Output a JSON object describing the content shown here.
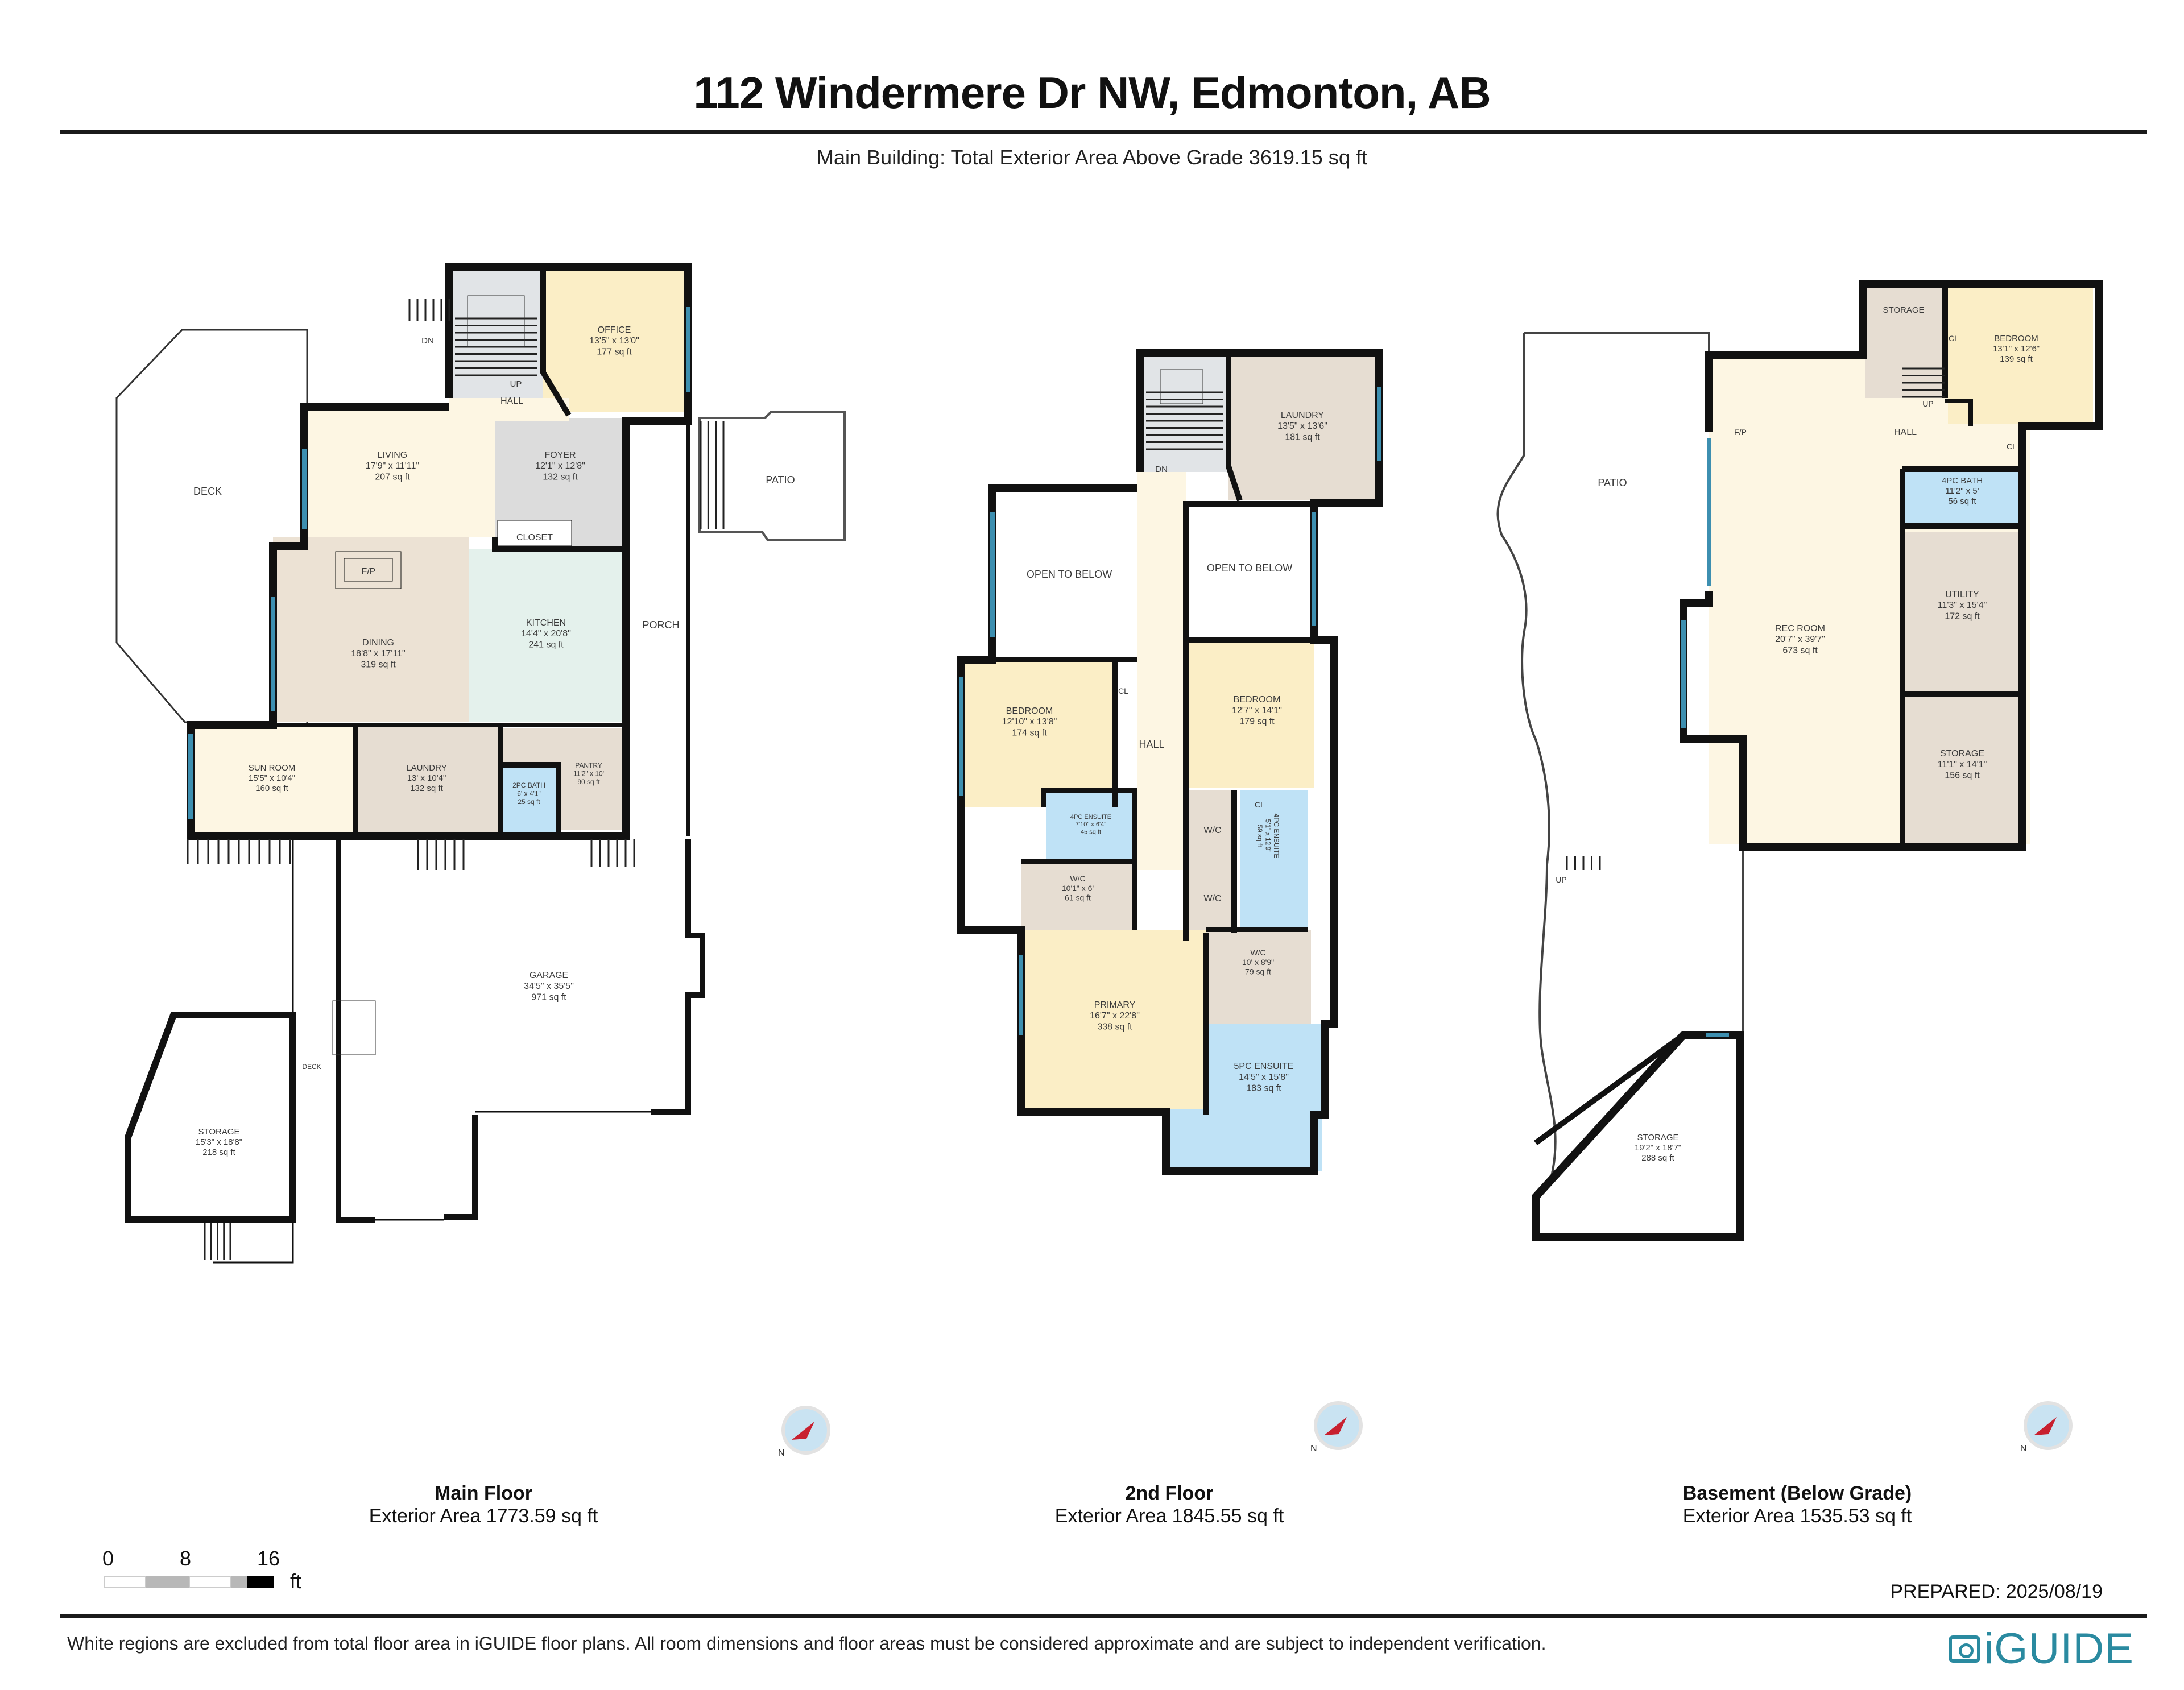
{
  "header": {
    "title": "112 Windermere Dr NW, Edmonton, AB",
    "subtitle": "Main Building: Total Exterior Area Above Grade 3619.15 sq ft"
  },
  "colors": {
    "wall": "#111111",
    "window": "#3d8fb0",
    "living": "#fdf6e3",
    "bedroom": "#fbeec6",
    "dining": "#ece2d4",
    "utility": "#e6ddd2",
    "foyer": "#dcdcdc",
    "kitchen": "#e4f1ec",
    "bath": "#bfe2f6",
    "stairs": "#e1e4e7",
    "compass_ring": "#c9e3f2",
    "compass_needle": "#c8202f",
    "logo": "#2a8aa0"
  },
  "floors": [
    {
      "name": "Main Floor",
      "area": "Exterior Area 1773.59 sq ft",
      "rooms": [
        {
          "name": "OFFICE",
          "dims": "13'5\" x 13'0\"",
          "area": "177 sq ft"
        },
        {
          "name": "LIVING",
          "dims": "17'9\" x 11'11\"",
          "area": "207 sq ft"
        },
        {
          "name": "FOYER",
          "dims": "12'1\" x 12'8\"",
          "area": "132 sq ft"
        },
        {
          "name": "DINING",
          "dims": "18'8\" x 17'11\"",
          "area": "319 sq ft"
        },
        {
          "name": "KITCHEN",
          "dims": "14'4\" x 20'8\"",
          "area": "241 sq ft"
        },
        {
          "name": "SUN ROOM",
          "dims": "15'5\" x 10'4\"",
          "area": "160 sq ft"
        },
        {
          "name": "LAUNDRY",
          "dims": "13' x 10'4\"",
          "area": "132 sq ft"
        },
        {
          "name": "PANTRY",
          "dims": "11'2\" x 10'",
          "area": "90 sq ft"
        },
        {
          "name": "2PC BATH",
          "dims": "6' x 4'1\"",
          "area": "25 sq ft"
        },
        {
          "name": "GARAGE",
          "dims": "34'5\" x 35'5\"",
          "area": "971 sq ft"
        },
        {
          "name": "STORAGE",
          "dims": "15'3\" x 18'8\"",
          "area": "218 sq ft"
        }
      ],
      "labels": [
        "DECK",
        "PATIO",
        "PORCH",
        "HALL",
        "CLOSET",
        "F/P",
        "DN",
        "UP",
        "DECK"
      ]
    },
    {
      "name": "2nd Floor",
      "area": "Exterior Area 1845.55 sq ft",
      "rooms": [
        {
          "name": "LAUNDRY",
          "dims": "13'5\" x 13'6\"",
          "area": "181 sq ft"
        },
        {
          "name": "BEDROOM",
          "dims": "12'10\" x 13'8\"",
          "area": "174 sq ft"
        },
        {
          "name": "BEDROOM",
          "dims": "12'7\" x 14'1\"",
          "area": "179 sq ft"
        },
        {
          "name": "4PC ENSUITE",
          "dims": "7'10\" x 6'4\"",
          "area": "45 sq ft"
        },
        {
          "name": "4PC ENSUITE",
          "dims": "5'1\" x 12'9\"",
          "area": "59 sq ft"
        },
        {
          "name": "W/C",
          "dims": "10'1\" x 6'",
          "area": "61 sq ft"
        },
        {
          "name": "W/C",
          "dims": "10' x 8'9\"",
          "area": "79 sq ft"
        },
        {
          "name": "PRIMARY",
          "dims": "16'7\" x 22'8\"",
          "area": "338 sq ft"
        },
        {
          "name": "5PC ENSUITE",
          "dims": "14'5\" x 15'8\"",
          "area": "183 sq ft"
        }
      ],
      "labels": [
        "OPEN TO BELOW",
        "OPEN TO BELOW",
        "HALL",
        "CL",
        "CL",
        "W/C",
        "W/C",
        "DN"
      ]
    },
    {
      "name": "Basement (Below Grade)",
      "area": "Exterior Area 1535.53 sq ft",
      "rooms": [
        {
          "name": "BEDROOM",
          "dims": "13'1\" x 12'6\"",
          "area": "139 sq ft"
        },
        {
          "name": "4PC BATH",
          "dims": "11'2\" x 5'",
          "area": "56 sq ft"
        },
        {
          "name": "REC ROOM",
          "dims": "20'7\" x 39'7\"",
          "area": "673 sq ft"
        },
        {
          "name": "UTILITY",
          "dims": "11'3\" x 15'4\"",
          "area": "172 sq ft"
        },
        {
          "name": "STORAGE",
          "dims": "11'1\" x 14'1\"",
          "area": "156 sq ft"
        },
        {
          "name": "STORAGE",
          "dims": "19'2\" x 18'7\"",
          "area": "288 sq ft"
        }
      ],
      "labels": [
        "PATIO",
        "STORAGE",
        "HALL",
        "CL",
        "CL",
        "UP",
        "F/P",
        "UP"
      ]
    }
  ],
  "scale": {
    "ticks": [
      "0",
      "8",
      "16"
    ],
    "unit": "ft"
  },
  "footer": {
    "prepared": "PREPARED: 2025/08/19",
    "disclaimer": "White regions are excluded from total floor area in iGUIDE floor plans. All room dimensions and floor areas must be considered approximate and are subject to independent verification.",
    "logo": "iGUIDE"
  }
}
